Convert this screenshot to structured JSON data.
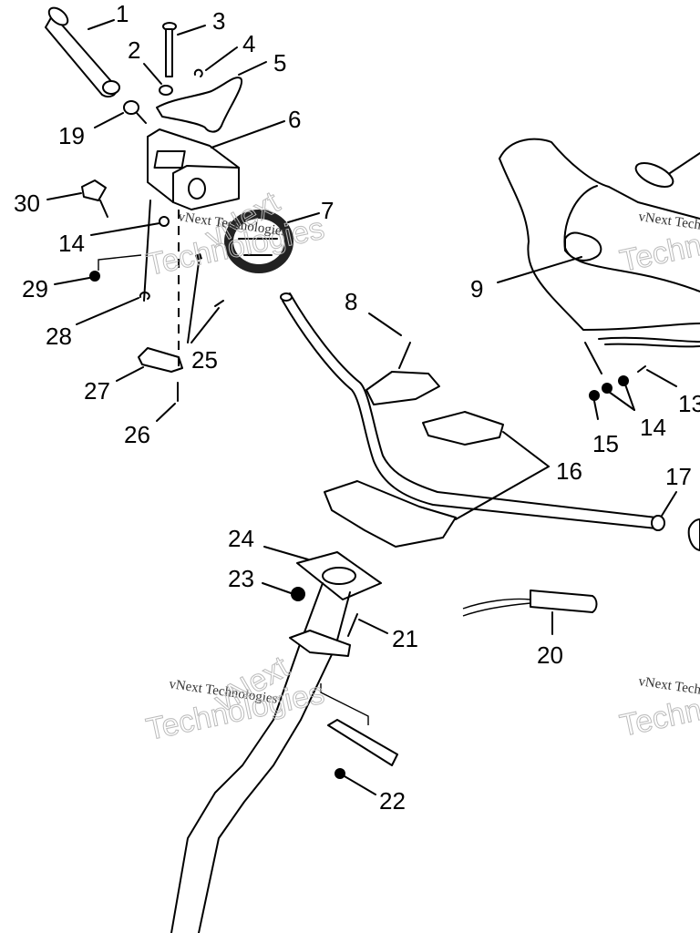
{
  "diagram": {
    "callouts": [
      {
        "id": "1",
        "text": "1"
      },
      {
        "id": "2",
        "text": "2"
      },
      {
        "id": "3",
        "text": "3"
      },
      {
        "id": "4",
        "text": "4"
      },
      {
        "id": "5",
        "text": "5"
      },
      {
        "id": "6",
        "text": "6"
      },
      {
        "id": "7",
        "text": "7"
      },
      {
        "id": "8",
        "text": "8"
      },
      {
        "id": "9",
        "text": "9"
      },
      {
        "id": "13",
        "text": "13"
      },
      {
        "id": "14a",
        "text": "14"
      },
      {
        "id": "14b",
        "text": "14"
      },
      {
        "id": "15",
        "text": "15"
      },
      {
        "id": "16",
        "text": "16"
      },
      {
        "id": "17",
        "text": "17"
      },
      {
        "id": "19",
        "text": "19"
      },
      {
        "id": "20",
        "text": "20"
      },
      {
        "id": "21",
        "text": "21"
      },
      {
        "id": "22",
        "text": "22"
      },
      {
        "id": "23",
        "text": "23"
      },
      {
        "id": "24",
        "text": "24"
      },
      {
        "id": "25",
        "text": "25"
      },
      {
        "id": "26",
        "text": "26"
      },
      {
        "id": "27",
        "text": "27"
      },
      {
        "id": "28",
        "text": "28"
      },
      {
        "id": "29",
        "text": "29"
      },
      {
        "id": "30",
        "text": "30"
      }
    ],
    "watermark": {
      "line1": "vNext Technologies",
      "line2": "vNext",
      "line3": "Technologies"
    }
  }
}
